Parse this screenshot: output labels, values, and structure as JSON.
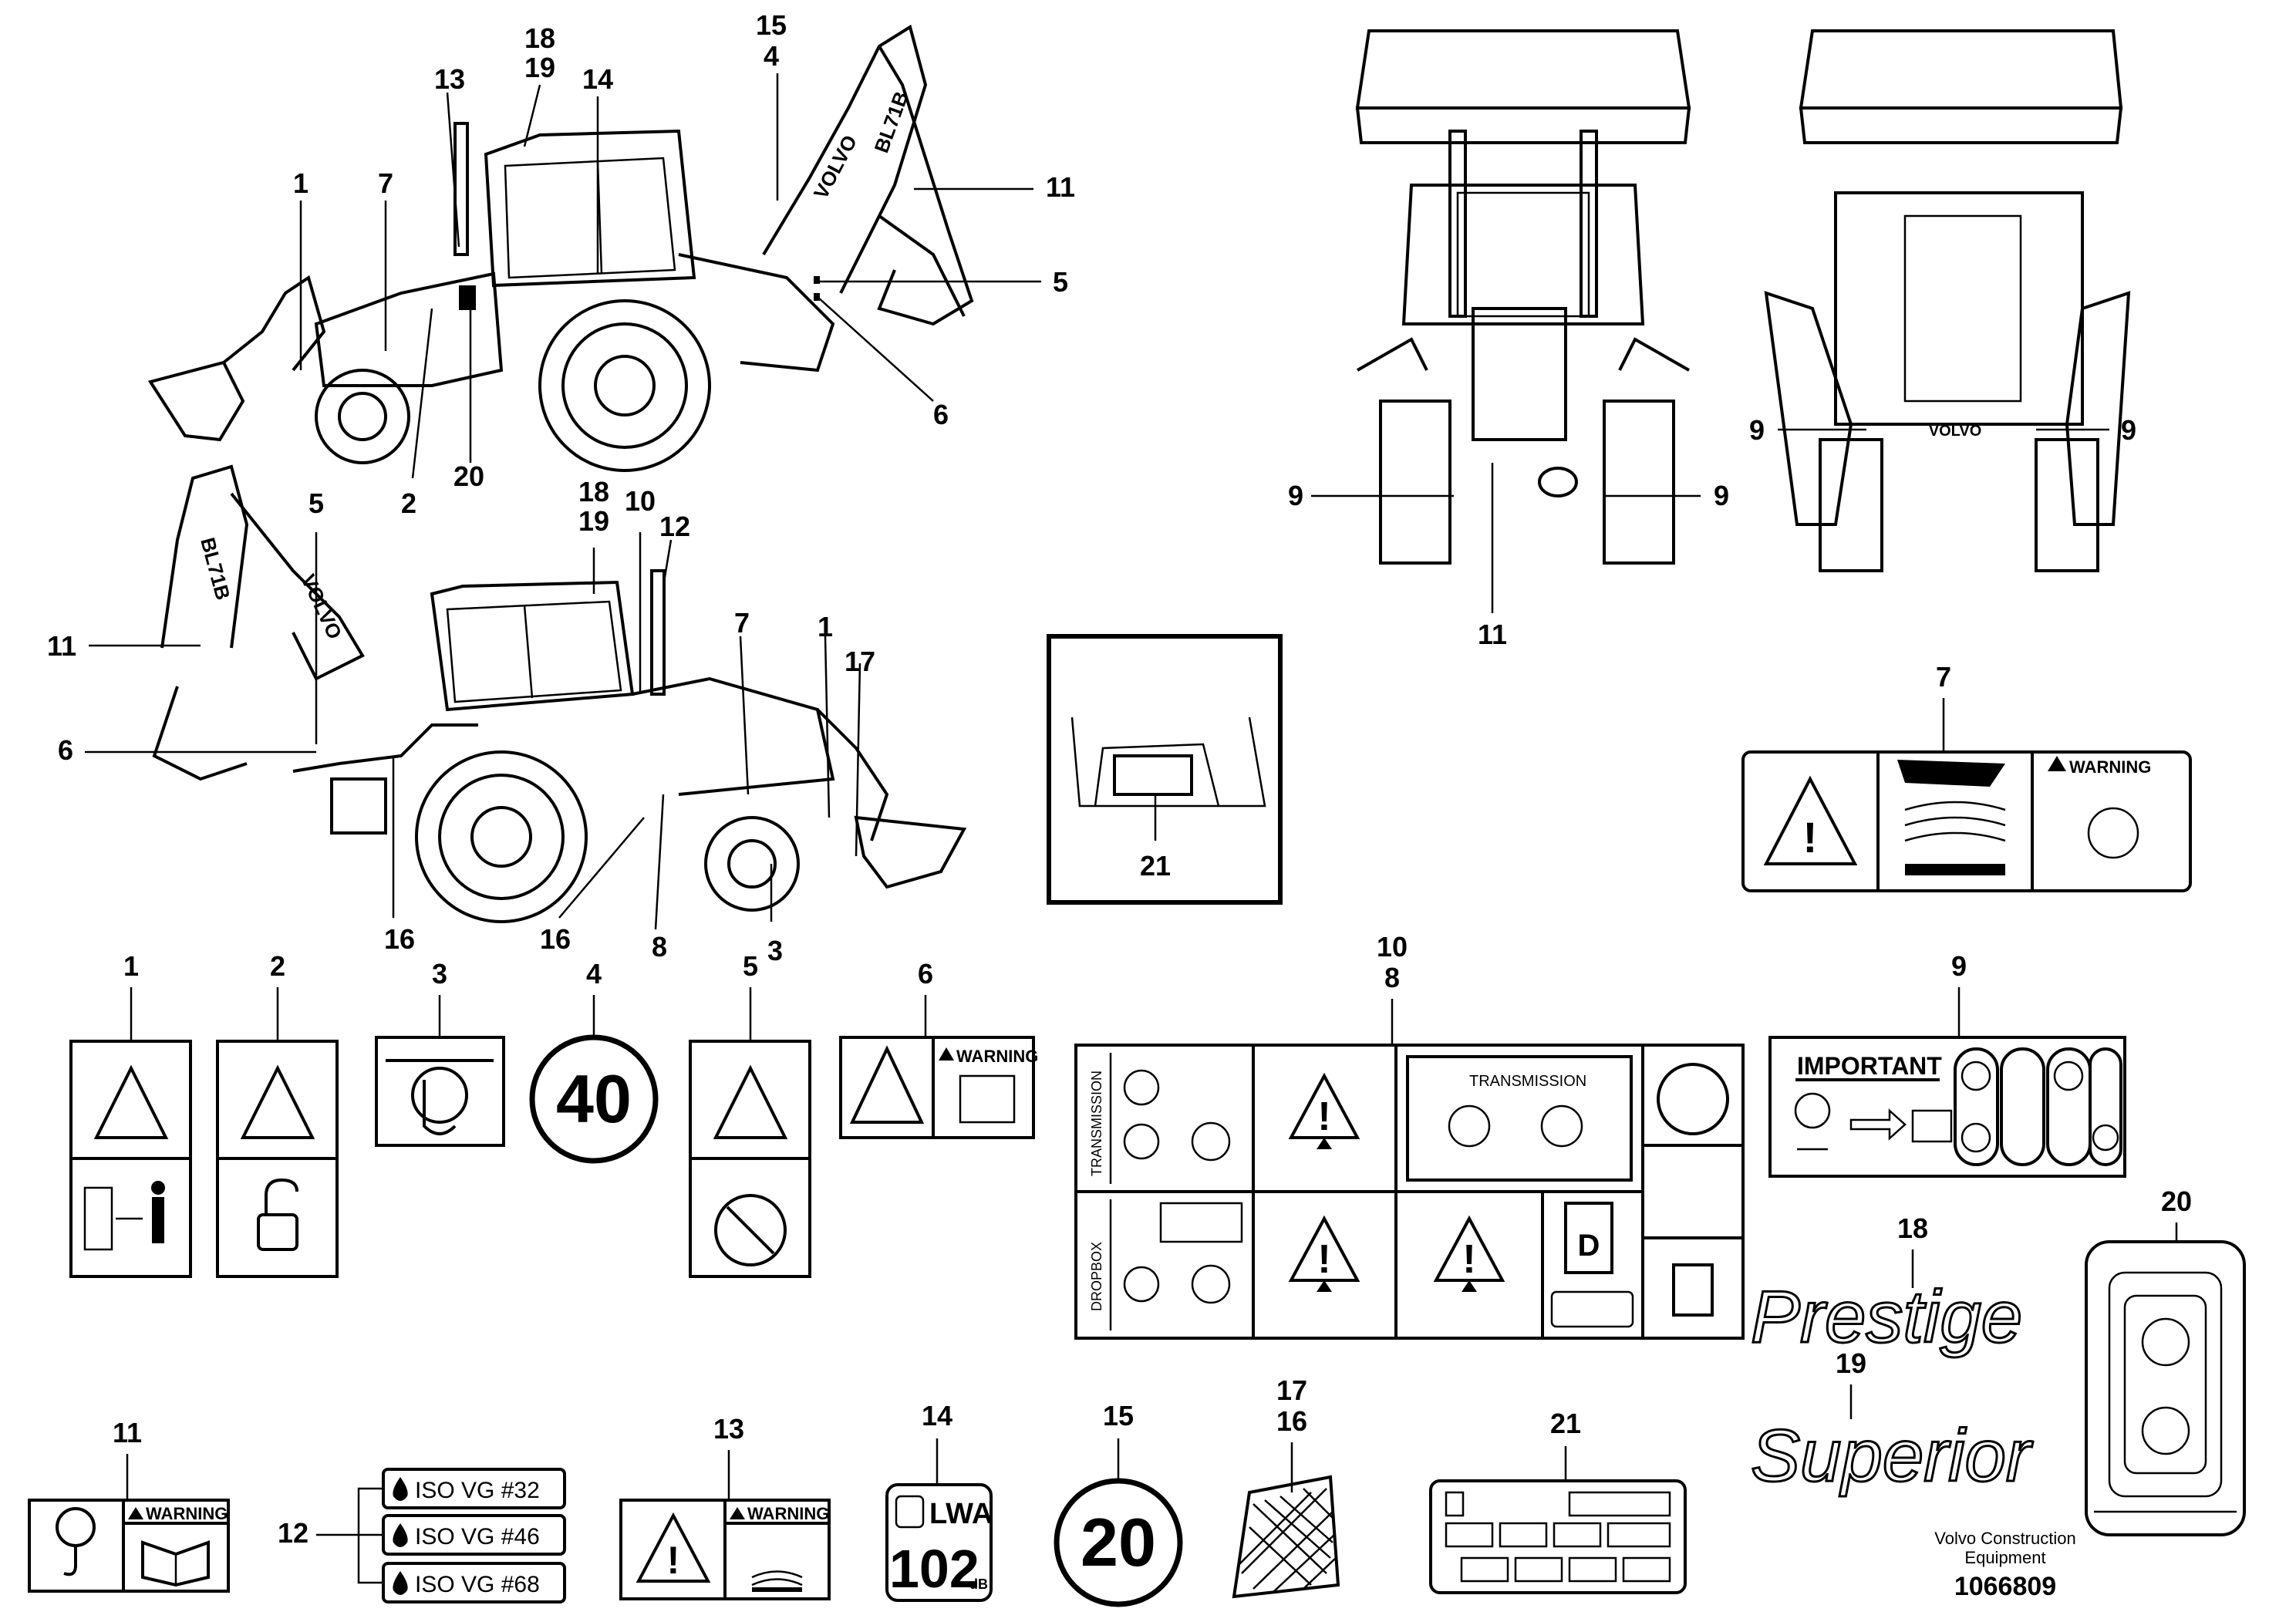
{
  "callouts": {
    "n1": "1",
    "n2": "2",
    "n3": "3",
    "n4": "4",
    "n5": "5",
    "n6": "6",
    "n7": "7",
    "n8": "8",
    "n9": "9",
    "n10": "10",
    "n11": "11",
    "n12": "12",
    "n13": "13",
    "n14": "14",
    "n15": "15",
    "n16": "16",
    "n17": "17",
    "n18": "18",
    "n19": "19",
    "n20": "20",
    "n21": "21"
  },
  "machine": {
    "brand": "VOLVO",
    "model": "BL71B"
  },
  "decals": {
    "warning_word": "WARNING",
    "important_word": "IMPORTANT",
    "speed_40": "40",
    "speed_20": "20",
    "transmission": "TRANSMISSION",
    "dropbox": "DROPBOX",
    "fuel_letter": "D",
    "oils": [
      "ISO VG #32",
      "ISO VG #46",
      "ISO VG #68"
    ],
    "noise_unit": "LWA",
    "noise_value": "102",
    "noise_db": "dB",
    "prestige": "Prestige",
    "superior": "Superior"
  },
  "footer": {
    "company": "Volvo Construction",
    "company2": "Equipment",
    "drawing_number": "1066809"
  }
}
